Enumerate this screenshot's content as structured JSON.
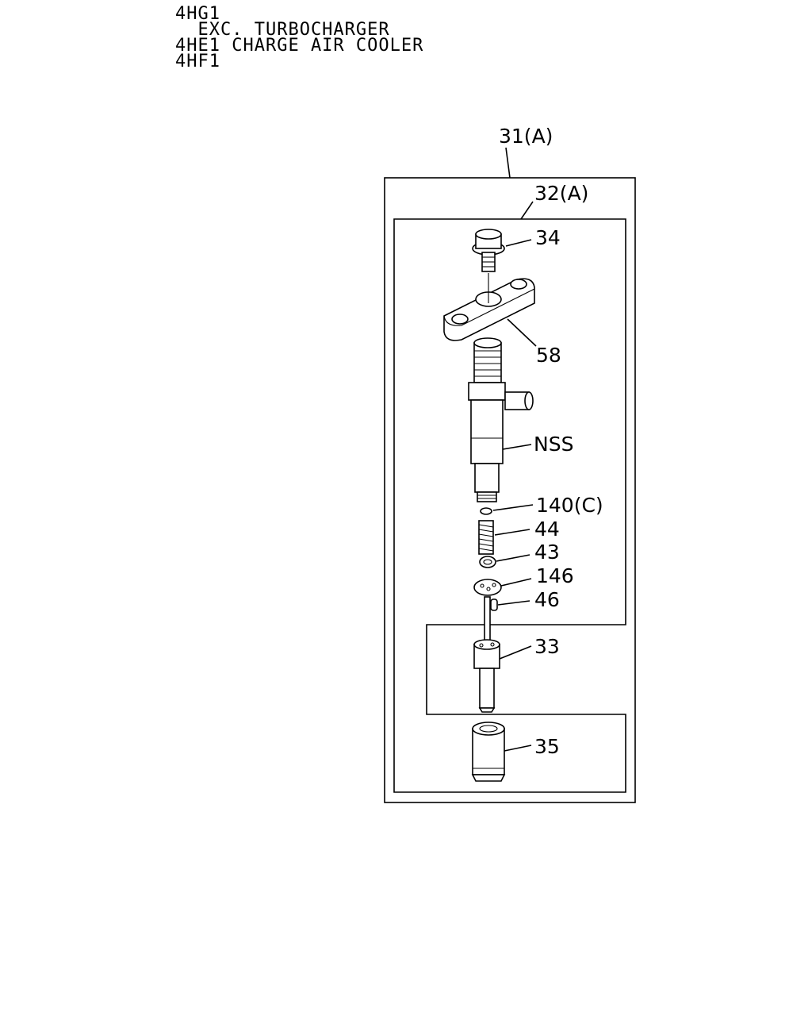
{
  "header": {
    "lines": [
      "4HG1",
      "  EXC. TURBOCHARGER",
      "4HE1 CHARGE AIR COOLER",
      "4HF1"
    ]
  },
  "callouts": {
    "c31": "31(A)",
    "c32": "32(A)",
    "c34": "34",
    "c58": "58",
    "nss": "NSS",
    "c140": "140(C)",
    "c44": "44",
    "c43": "43",
    "c146": "146",
    "c46": "46",
    "c33": "33",
    "c35": "35"
  },
  "parts": [
    {
      "ref": "34",
      "name": "bolt-icon"
    },
    {
      "ref": "58",
      "name": "clamp-plate-icon"
    },
    {
      "ref": "NSS",
      "name": "injector-body-icon"
    },
    {
      "ref": "140(C)",
      "name": "o-ring-icon"
    },
    {
      "ref": "44",
      "name": "spring-icon"
    },
    {
      "ref": "43",
      "name": "spring-seat-icon"
    },
    {
      "ref": "146",
      "name": "spacer-plate-icon"
    },
    {
      "ref": "46",
      "name": "pin-icon"
    },
    {
      "ref": "33",
      "name": "nozzle-icon"
    },
    {
      "ref": "35",
      "name": "retaining-nut-icon"
    }
  ]
}
